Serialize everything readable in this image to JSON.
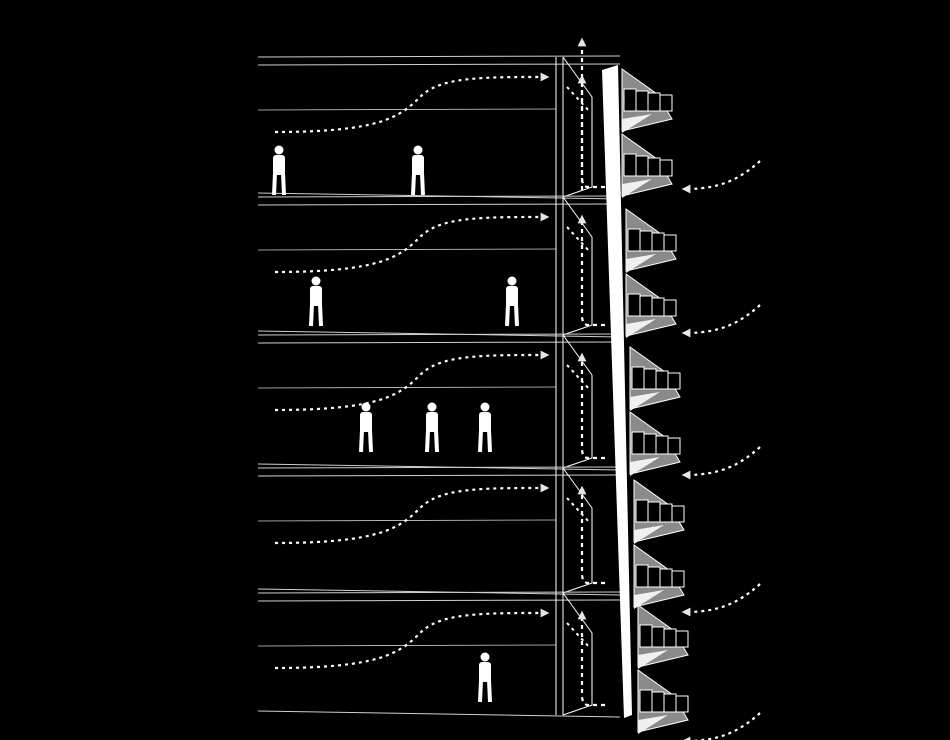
{
  "colors": {
    "background": "#000000",
    "line": "#ffffff",
    "facade_shade": "#8a8a8a",
    "thin_line": "#cfcfcf"
  },
  "diagram": {
    "floors": [
      {
        "people": 2,
        "outside_airflow": true
      },
      {
        "people": 2,
        "outside_airflow": true
      },
      {
        "people": 3,
        "outside_airflow": true
      },
      {
        "people": 0,
        "outside_airflow": true
      },
      {
        "people": 1,
        "outside_airflow": true
      }
    ],
    "exhaust_arrow_up": true
  }
}
